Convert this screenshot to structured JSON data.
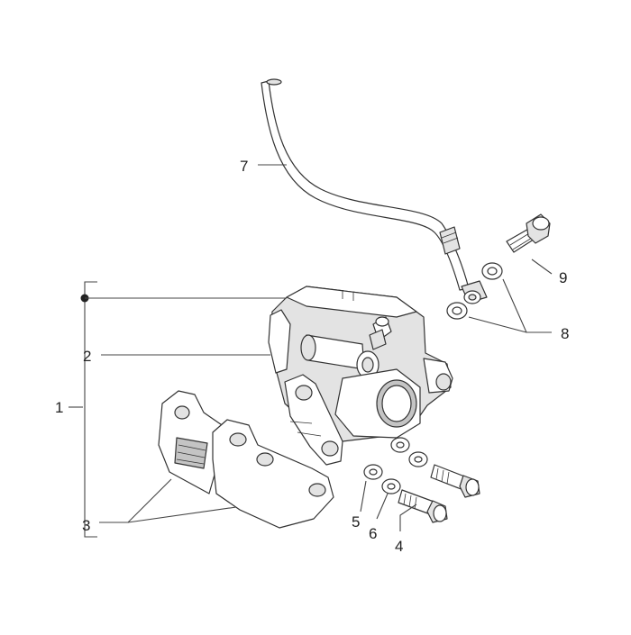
{
  "callouts": {
    "c1": "1",
    "c2": "2",
    "c3": "3",
    "c4": "4",
    "c5": "5",
    "c6": "6",
    "c7": "7",
    "c8": "8",
    "c9": "9"
  },
  "colors": {
    "line": "#444444",
    "part_outline": "#333333",
    "part_fill": "#e3e3e3",
    "part_dark": "#c4c4c4"
  }
}
